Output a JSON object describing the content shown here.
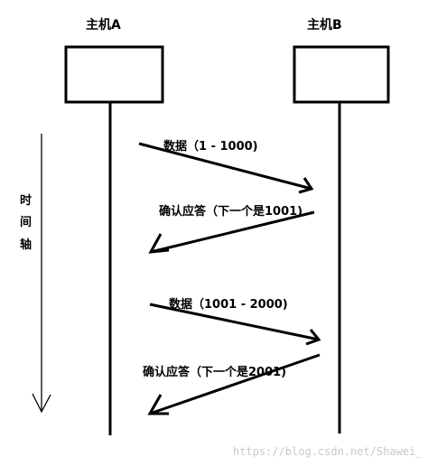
{
  "hosts": {
    "a": {
      "label": "主机A"
    },
    "b": {
      "label": "主机B"
    }
  },
  "messages": [
    {
      "label": "数据（1 - 1000)",
      "direction": "A-to-B"
    },
    {
      "label": "确认应答（下一个是1001)",
      "direction": "B-to-A"
    },
    {
      "label": "数据（1001 - 2000)",
      "direction": "A-to-B"
    },
    {
      "label": "确认应答（下一个是2001)",
      "direction": "B-to-A"
    }
  ],
  "time_axis": {
    "chars": [
      "时",
      "间",
      "轴"
    ],
    "direction": "down"
  },
  "watermark": "https://blog.csdn.net/Shawei_"
}
